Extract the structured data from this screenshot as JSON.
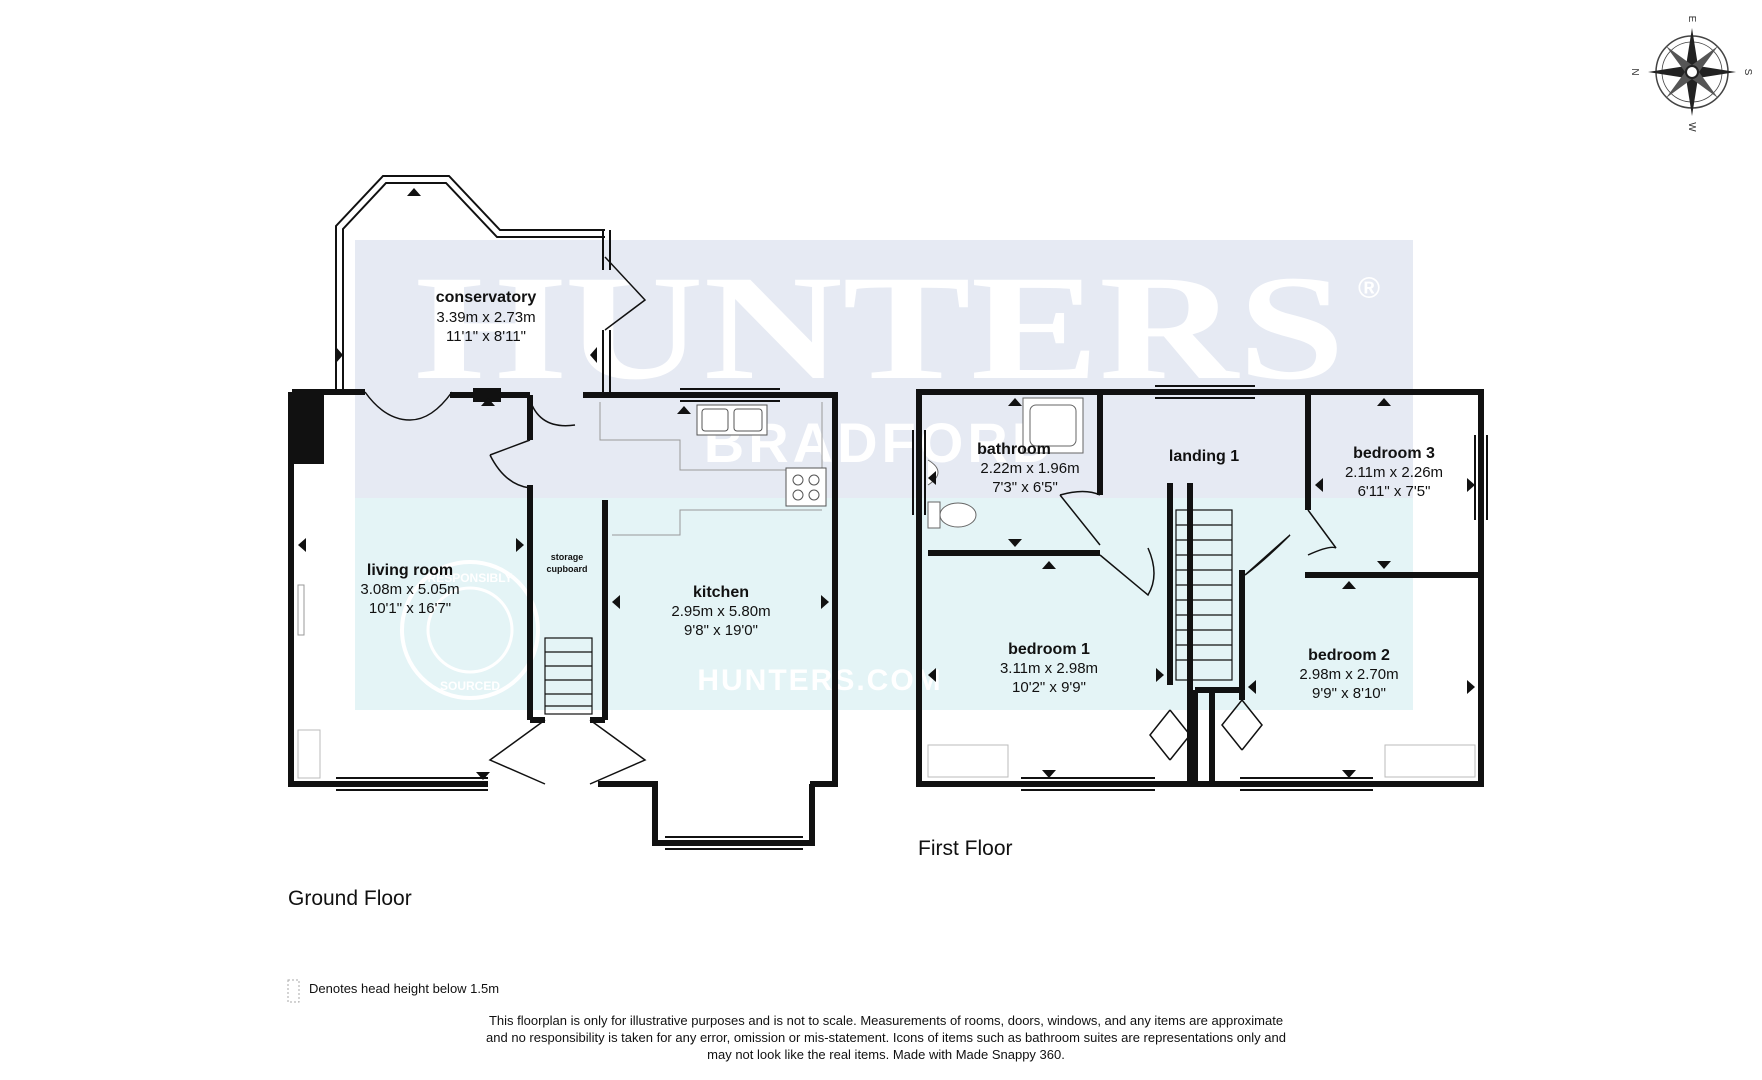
{
  "watermark": {
    "brand": "HUNTERS",
    "registered": "®",
    "branch": "BRADFORD",
    "website": "HUNTERS.COM",
    "stamp_top": "RESPONSIBLY",
    "stamp_bottom": "SOURCED"
  },
  "compass": {
    "n": "N",
    "e": "E",
    "s": "S",
    "w": "W"
  },
  "ground_floor": {
    "title": "Ground Floor",
    "rooms": {
      "conservatory": {
        "name": "conservatory",
        "metric": "3.39m x 2.73m",
        "imperial": "11'1\" x 8'11\""
      },
      "living_room": {
        "name": "living room",
        "metric": "3.08m x 5.05m",
        "imperial": "10'1\" x 16'7\""
      },
      "kitchen": {
        "name": "kitchen",
        "metric": "2.95m x 5.80m",
        "imperial": "9'8\" x 19'0\""
      },
      "storage": {
        "name_line1": "storage",
        "name_line2": "cupboard"
      }
    }
  },
  "first_floor": {
    "title": "First Floor",
    "rooms": {
      "bathroom": {
        "name": "bathroom",
        "metric": "2.22m x 1.96m",
        "imperial": "7'3\" x 6'5\""
      },
      "landing": {
        "name": "landing 1"
      },
      "bedroom3": {
        "name": "bedroom 3",
        "metric": "2.11m x 2.26m",
        "imperial": "6'11\" x 7'5\""
      },
      "bedroom1": {
        "name": "bedroom 1",
        "metric": "3.11m x 2.98m",
        "imperial": "10'2\" x 9'9\""
      },
      "bedroom2": {
        "name": "bedroom 2",
        "metric": "2.98m x 2.70m",
        "imperial": "9'9\" x 8'10\""
      }
    }
  },
  "legend": {
    "head_height": "Denotes head height below 1.5m"
  },
  "disclaimer": {
    "line1": "This floorplan is only for illustrative purposes and is not to scale. Measurements of rooms, doors, windows, and any items are approximate",
    "line2": "and no responsibility is taken for any error, omission or mis-statement. Icons of items such as bathroom suites are representations only and",
    "line3": "may not look like the real items. Made with Made Snappy 360."
  },
  "colors": {
    "wall": "#111111",
    "watermark_top": "#e6eaf3",
    "watermark_bottom": "#e4f4f6",
    "watermark_text": "#ffffff"
  }
}
